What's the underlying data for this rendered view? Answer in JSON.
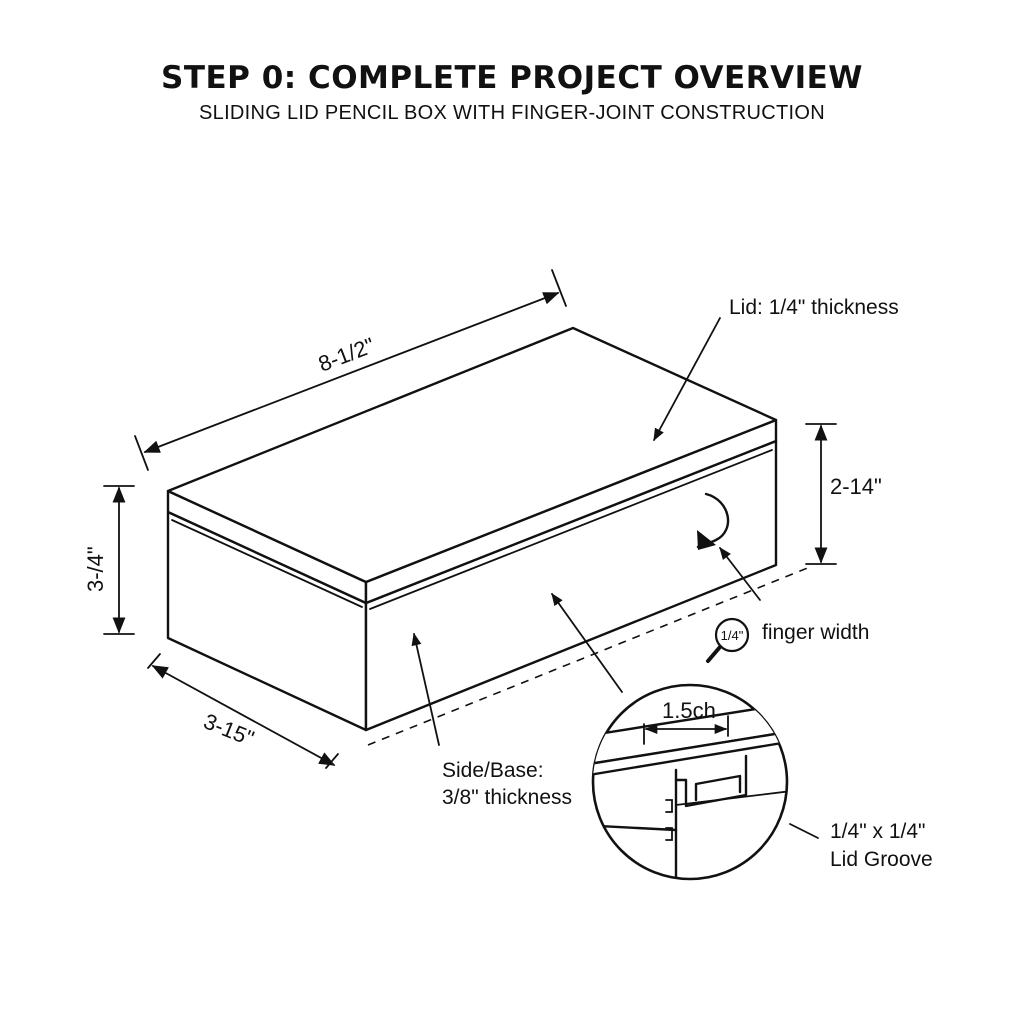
{
  "header": {
    "title": "STEP 0: COMPLETE PROJECT OVERVIEW",
    "subtitle": "SLIDING LID PENCIL BOX WITH FINGER-JOINT CONSTRUCTION"
  },
  "dimensions": {
    "length": "8-1/2\"",
    "height_left": "3-/4\"",
    "height_right": "2-14\"",
    "width": "3-15\""
  },
  "callouts": {
    "lid_line1": "Lid: 1/4\" thickness",
    "side_base_line1": "Side/Base:",
    "side_base_line2": "3/8\" thickness",
    "finger_badge": "1/4\"",
    "finger_width": "finger width",
    "detail_dim": "1.5ch",
    "groove_line1": "1/4\" x 1/4\"",
    "groove_line2": "Lid Groove"
  },
  "icons": [
    "magnifier-icon",
    "finger-pull-arrow-icon"
  ]
}
